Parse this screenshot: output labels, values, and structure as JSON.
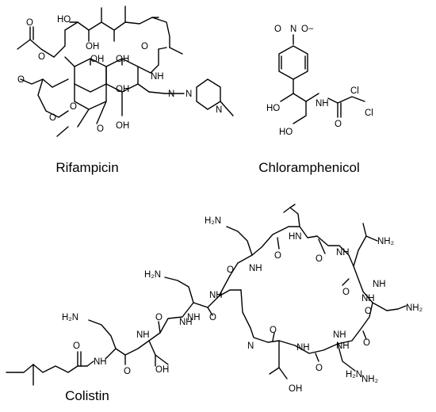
{
  "figure": {
    "molecules": [
      {
        "id": "rifampicin",
        "caption": "Rifampicin",
        "atoms": [
          "HO",
          "OH",
          "O",
          "O",
          "O",
          "OH",
          "OH",
          "O",
          "NH",
          "O",
          "OH",
          "OH",
          "O",
          "N",
          "N",
          "N",
          "O"
        ]
      },
      {
        "id": "chloramphenicol",
        "caption": "Chloramphenicol",
        "atoms": [
          "O",
          "N",
          "O−",
          "HO",
          "NH",
          "Cl",
          "Cl",
          "O",
          "HO"
        ]
      },
      {
        "id": "colistin",
        "caption": "Colistin",
        "atoms": [
          "H₂N",
          "NH",
          "O",
          "O",
          "NH",
          "H₂N",
          "NH",
          "O",
          "O",
          "NH",
          "O",
          "H₂N",
          "NH",
          "O",
          "HN",
          "O",
          "NH",
          "OH",
          "NH",
          "O",
          "NH",
          "O",
          "N",
          "NH",
          "O",
          "NH",
          "O",
          "NH",
          "H₂N",
          "O",
          "NH",
          "NH₂",
          "NH₂",
          "OH",
          "NH₂"
        ]
      }
    ]
  }
}
